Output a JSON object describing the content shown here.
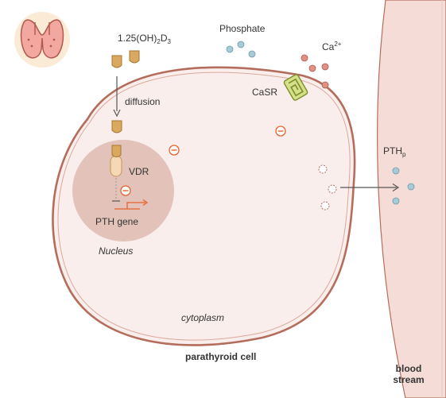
{
  "labels": {
    "vitamin_d_base": "1.25(OH)",
    "vitamin_d_sub1": "2",
    "vitamin_d_mid": "D",
    "vitamin_d_sub2": "3",
    "phosphate": "Phosphate",
    "calcium_base": "Ca",
    "calcium_sup": "2+",
    "diffusion": "diffusion",
    "casr": "CaSR",
    "vdr": "VDR",
    "pth_gene": "PTH gene",
    "nucleus": "Nucleus",
    "cytoplasm": "cytoplasm",
    "pthp_base": "PTH",
    "pthp_sub": "p",
    "cell_caption": "parathyroid cell",
    "blood_line1": "blood",
    "blood_line2": "stream"
  },
  "colors": {
    "cell_fill": "#f9eeec",
    "cell_stroke": "#b46d5c",
    "nucleus_fill": "#e2c2b9",
    "vessel_fill": "#f5dcd6",
    "phosphate_dot": "#a6cbd7",
    "calcium_dot": "#e09085",
    "hormone_fill": "#d8a95f",
    "inhibit_orange": "#e5622b",
    "casr_green": "#b8c85a"
  },
  "icons": {
    "thyroid": "thyroid-gland-icon",
    "inhibition": "inhibition-minus-icon"
  }
}
